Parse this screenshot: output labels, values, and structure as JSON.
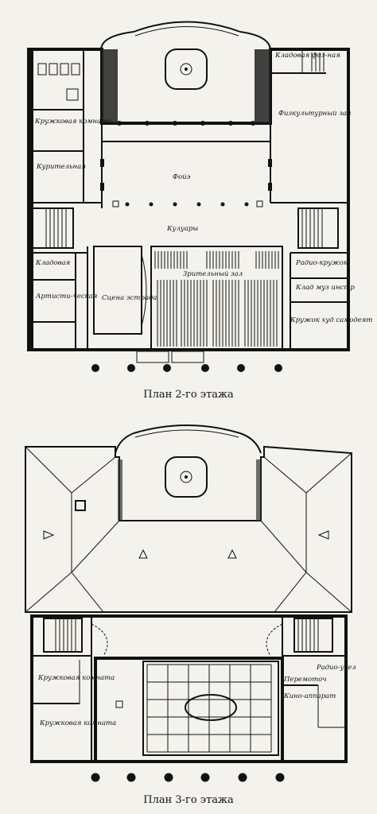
{
  "plans": [
    {
      "caption": "План 2-го этажа",
      "rooms": {
        "storage_top": "Кладовая физ-ная",
        "sports_hall": "Физкультурный зал",
        "club_room": "Кружковая комната",
        "smoking_room": "Курительная",
        "foyer": "Фойэ",
        "corridors": "Кулуары",
        "storage_left": "Кладовая",
        "artists_room": "Артисти-ческая",
        "stage": "Сцена эстрада",
        "auditorium": "Зрительный зал",
        "radio_club": "Радио-кружок",
        "music_storage": "Клад муз инстр",
        "art_club": "Кружок худ самодеят"
      }
    },
    {
      "caption": "План 3-го этажа",
      "rooms": {
        "club_room_1": "Кружковая комната",
        "club_room_2": "Кружковая комната",
        "radio_node": "Радио-узел",
        "rewind": "Перемоточ",
        "projector": "Кино-аппарат"
      }
    }
  ]
}
